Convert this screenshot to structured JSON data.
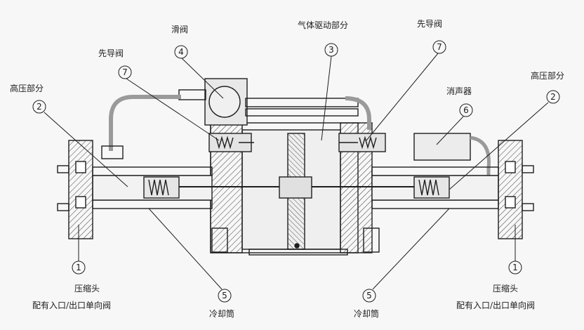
{
  "labels": {
    "slide_valve": "滑阀",
    "gas_drive": "气体驱动部分",
    "pilot_valve_left": "先导阀",
    "pilot_valve_right": "先导阀",
    "high_pressure_left": "高压部分",
    "high_pressure_right": "高压部分",
    "muffler": "消声器",
    "compression_head_left": "压缩头",
    "compression_head_left_sub": "配有入口/出口单向阀",
    "compression_head_right": "压缩头",
    "compression_head_right_sub": "配有入口/出口单向阀",
    "cooling_tube_left": "冷却筒",
    "cooling_tube_right": "冷却筒"
  },
  "callouts": {
    "c1_left": "1",
    "c1_right": "1",
    "c2_left": "2",
    "c2_right": "2",
    "c3": "3",
    "c4": "4",
    "c5_left": "5",
    "c5_right": "5",
    "c6": "6",
    "c7_left": "7",
    "c7_right": "7"
  },
  "colors": {
    "line": "#1e1e1e",
    "hatch": "#3a3a3a",
    "fill": "#dcdcdc",
    "paper": "#f6f7f6"
  }
}
